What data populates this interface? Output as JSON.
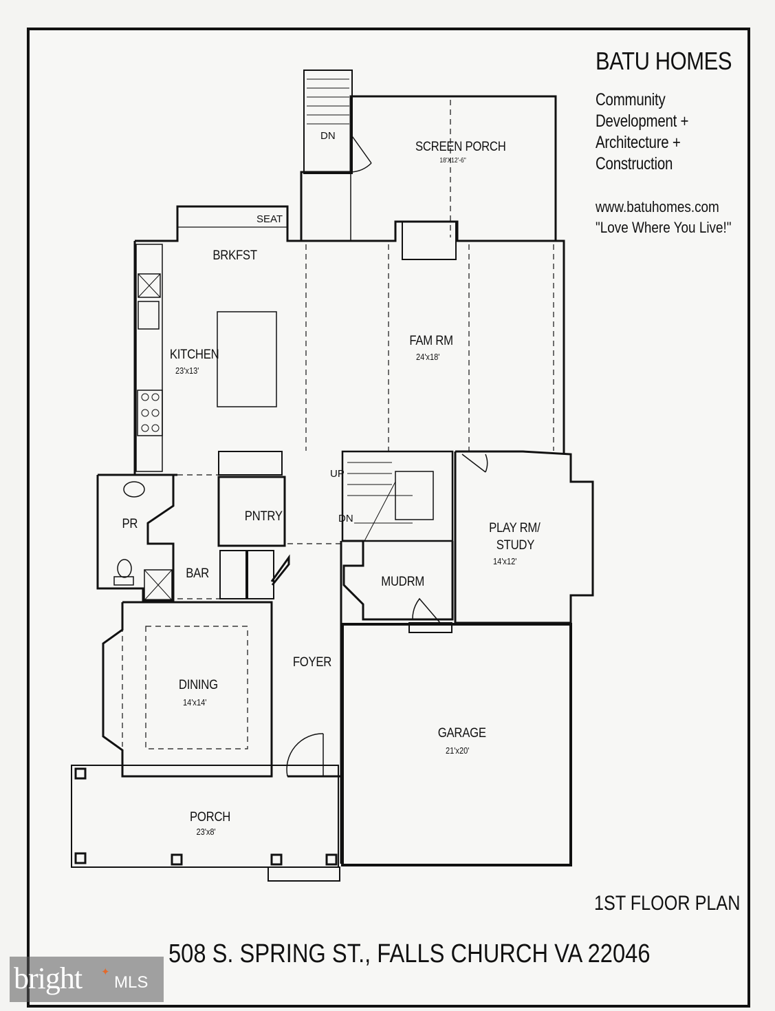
{
  "brand": {
    "title": "BATU HOMES",
    "line1": "Community",
    "line2": "Development +",
    "line3": "Architecture +",
    "line4": "Construction",
    "website": "www.batuhomes.com",
    "tagline": "\"Love Where You Live!\""
  },
  "rooms": {
    "screen_porch": {
      "name": "SCREEN PORCH",
      "dim": "18'X12'-6\""
    },
    "stair_dn_top": "DN",
    "seat": "SEAT",
    "brkfst": "BRKFST",
    "kitchen": {
      "name": "KITCHEN",
      "dim": "23'x13'"
    },
    "fam_rm": {
      "name": "FAM RM",
      "dim": "24'x18'"
    },
    "stair_up": "UP",
    "stair_dn": "DN",
    "pr": "PR",
    "pntry": "PNTRY",
    "bar": "BAR",
    "play_rm": {
      "name1": "PLAY RM/",
      "name2": "STUDY",
      "dim": "14'x12'"
    },
    "mudrm": "MUDRM",
    "foyer": "FOYER",
    "dining": {
      "name": "DINING",
      "dim": "14'x14'"
    },
    "garage": {
      "name": "GARAGE",
      "dim": "21'x20'"
    },
    "porch": {
      "name": "PORCH",
      "dim": "23'x8'"
    }
  },
  "floor_label": "1ST FLOOR PLAN",
  "address": "508 S. SPRING ST., FALLS CHURCH VA 22046",
  "watermark": {
    "brand": "bright",
    "suffix": "MLS",
    "accent": "#e36a2c"
  },
  "colors": {
    "line": "#111111",
    "paper": "#f4f4f2"
  }
}
